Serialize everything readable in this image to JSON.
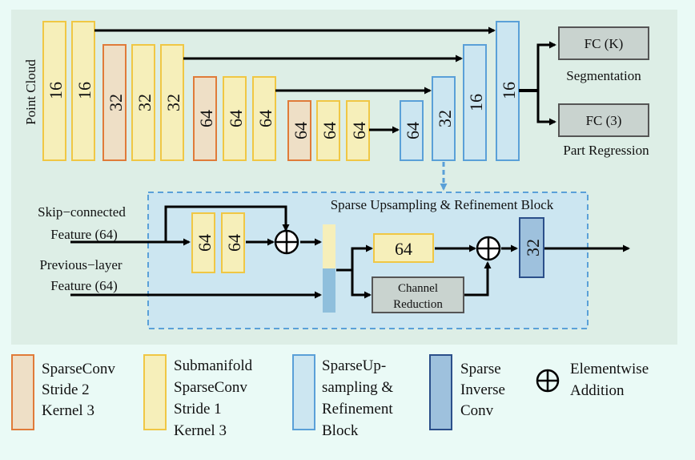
{
  "colors": {
    "background": "#eafaf6",
    "main_panel": "#ddeee6",
    "orange_border": "#e07b39",
    "orange_fill": "#eedfc6",
    "yellow_border": "#f0c744",
    "yellow_fill": "#f6efba",
    "lightblue_border": "#5aa0d8",
    "lightblue_fill": "#cce6f1",
    "darkblue_border": "#2b4f8a",
    "darkblue_fill": "#9ec1dd",
    "gray_fill": "#c9d3cf",
    "gray_border": "#555555",
    "arrow": "#000000"
  },
  "encoder": {
    "input_label": "Point Cloud",
    "blocks": [
      "16",
      "16",
      "32",
      "32",
      "32",
      "64",
      "64",
      "64",
      "64",
      "64",
      "64"
    ]
  },
  "decoder": {
    "blocks": [
      "64",
      "32",
      "16",
      "16"
    ]
  },
  "heads": {
    "fc_k": "FC (K)",
    "segmentation": "Segmentation",
    "fc_3": "FC (3)",
    "part_regression": "Part Regression"
  },
  "refinement": {
    "title": "Sparse Upsampling & Refinement Block",
    "skip_label_1": "Skip−connected",
    "skip_label_2": "Feature (64)",
    "prev_label_1": "Previous−layer",
    "prev_label_2": "Feature (64)",
    "conv_a": "64",
    "conv_b": "64",
    "conv_c": "64",
    "channel_reduction_1": "Channel",
    "channel_reduction_2": "Reduction",
    "inverse_conv": "32"
  },
  "legend": {
    "sparseconv": [
      "SparseConv",
      "Stride 2",
      "Kernel 3"
    ],
    "submanifold": [
      "Submanifold",
      "SparseConv",
      "Stride 1",
      "Kernel 3"
    ],
    "upsampling": [
      "SparseUp-",
      "sampling &",
      "Refinement",
      "Block"
    ],
    "inverse": [
      "Sparse",
      "Inverse",
      "Conv"
    ],
    "elementwise": [
      "Elementwise",
      "Addition"
    ]
  }
}
